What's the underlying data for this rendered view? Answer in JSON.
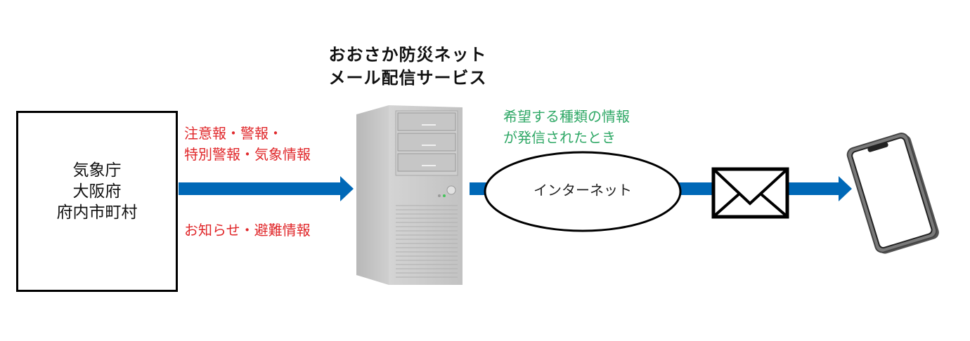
{
  "service_title": {
    "line1": "おおさか防災ネット",
    "line2": "メール配信サービス"
  },
  "sources": {
    "line1": "気象庁",
    "line2": "大阪府",
    "line3": "府内市町村"
  },
  "info_types": {
    "line1": "注意報・警報・",
    "line2": "特別警報・気象情報",
    "line3": "お知らせ・避難情報"
  },
  "trigger": {
    "line1": "希望する種類の情報",
    "line2": "が発信されたとき"
  },
  "network": {
    "label": "インターネット"
  },
  "colors": {
    "arrow": "#0068b7",
    "red_text": "#e0272a",
    "green_text": "#2fa866"
  },
  "icons": {
    "server": "server-tower-icon",
    "mail": "envelope-icon",
    "phone": "smartphone-icon"
  }
}
